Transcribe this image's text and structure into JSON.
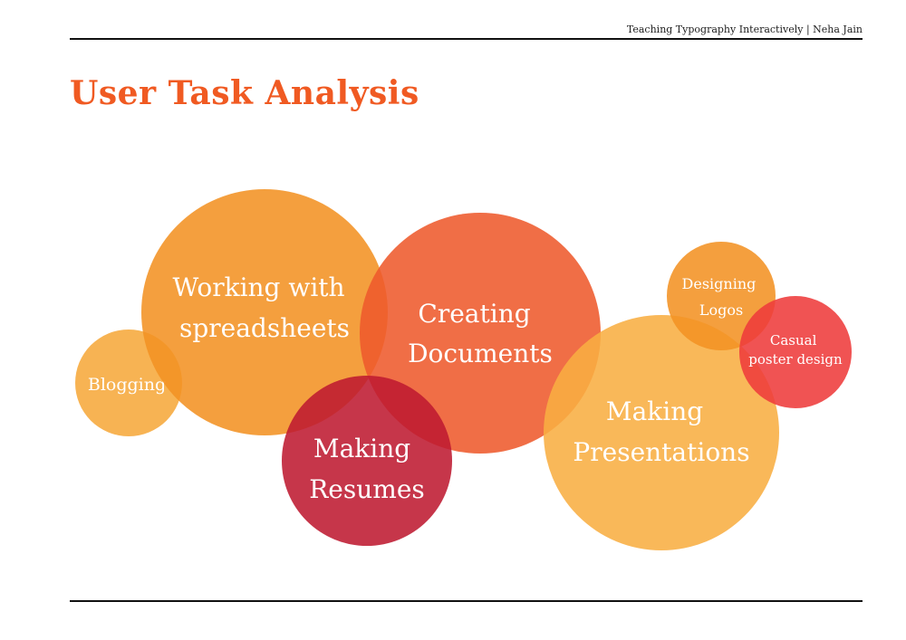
{
  "header": {
    "text": "Teaching Typography Interactively | Neha Jain"
  },
  "title": "User Task Analysis",
  "bubbles": {
    "blogging": {
      "lines": [
        "Blogging"
      ],
      "color": "#F6A93B"
    },
    "spreadsheets": {
      "lines": [
        "Working with",
        "spreadsheets"
      ],
      "color": "#F39223"
    },
    "documents": {
      "lines": [
        "Creating",
        "Documents"
      ],
      "color": "#EE5A2C"
    },
    "presentations": {
      "lines": [
        "Making",
        "Presentations"
      ],
      "color": "#F8AE42"
    },
    "logos": {
      "lines": [
        "Designing",
        "Logos"
      ],
      "color": "#F39223"
    },
    "poster": {
      "lines": [
        "Casual",
        "poster design"
      ],
      "color": "#EE3B3B"
    },
    "resumes": {
      "lines": [
        "Making",
        "Resumes"
      ],
      "color": "#BE1A31"
    }
  }
}
